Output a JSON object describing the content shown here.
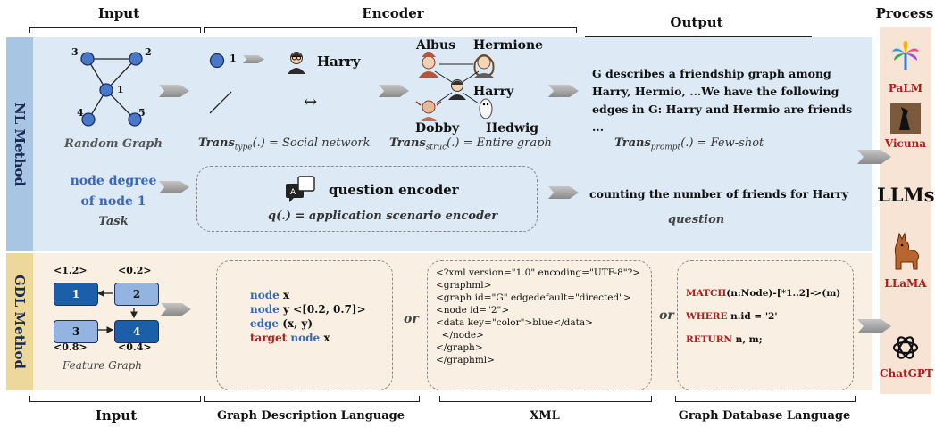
{
  "headers": {
    "input": "Input",
    "encoder": "Encoder",
    "output": "Output",
    "process": "Process"
  },
  "sections": {
    "nl": "NL Method",
    "gdl": "GDL Method"
  },
  "nl": {
    "graph_nodes": [
      "3",
      "2",
      "1",
      "4",
      "5"
    ],
    "graph_caption": "Random Graph",
    "task_line1": "node degree",
    "task_line2": "of node 1",
    "task_label": "Task",
    "enc_node_label": "1",
    "enc_harry": "Harry",
    "enc_bidir": "↔",
    "trans_type_func": "Trans",
    "trans_type_sub": "type",
    "trans_type_rest": "(.) = ",
    "trans_type_val": "Social network",
    "chars": {
      "albus": "Albus",
      "hermione": "Hermione",
      "harry": "Harry",
      "dobby": "Dobby",
      "hedwig": "Hedwig"
    },
    "trans_struc_func": "Trans",
    "trans_struc_sub": "struc",
    "trans_struc_rest": "(.) = ",
    "trans_struc_val": "Entire graph",
    "output_text_1": "G describes a friendship graph among",
    "output_text_2": "Harry, Hermio, ...We have the following",
    "output_text_3": "edges in G: Harry and Hermio are friends",
    "output_text_4": "...",
    "trans_prompt_func": "Trans",
    "trans_prompt_sub": "prompt",
    "trans_prompt_rest": "(.) = ",
    "trans_prompt_val": "Few-shot",
    "question_encoder": "question encoder",
    "q_formula": "q(.) = application scenario encoder",
    "question_output": "counting the number of friends for Harry",
    "question_label": "question"
  },
  "gdl": {
    "fg_labels": [
      "<1.2>",
      "<0.2>",
      "<0.8>",
      "<0.4>"
    ],
    "fg_nodes": [
      "1",
      "2",
      "3",
      "4"
    ],
    "fg_caption": "Feature Graph",
    "desc": {
      "k_node": "node",
      "x": " x",
      "y_rest": " y <[0.2, 0.7]>",
      "k_edge": "edge",
      "edge_rest": " (x, y)",
      "k_target": "target",
      "t_rest": " node",
      "t_x": " x"
    },
    "or1": "or",
    "or2": "or",
    "xml": [
      "<?xml version=\"1.0\" encoding=\"UTF-8\"?>",
      "<graphml>",
      "<graph id=\"G\" edgedefault=\"directed\">",
      "<node id=\"2\">",
      "<data key=\"color\">blue</data>",
      "  </node>",
      "</graph>",
      "</graphml>"
    ],
    "cypher": {
      "k_match": "MATCH",
      "match_rest": "(n:Node)-[*1..2]->(m)",
      "k_where": "WHERE",
      "where_rest": " n.id = '2'",
      "k_return": "RETURN",
      "return_rest": " n,  m;"
    }
  },
  "bottom": {
    "input": "Input",
    "gdl": "Graph Description Language",
    "xml": "XML",
    "gdb": "Graph Database Language"
  },
  "process": {
    "palm": "PaLM",
    "vicuna": "Vicuna",
    "llms": "LLMs",
    "llama": "LLaMA",
    "chatgpt": "ChatGPT"
  },
  "colors": {
    "nl_bg": "#dde9f5",
    "gdl_bg": "#f9f0e3",
    "node_blue": "#4a78c8",
    "dark_blue": "#1a5fa8",
    "light_blue": "#93b3e0",
    "red": "#b01d1d"
  }
}
